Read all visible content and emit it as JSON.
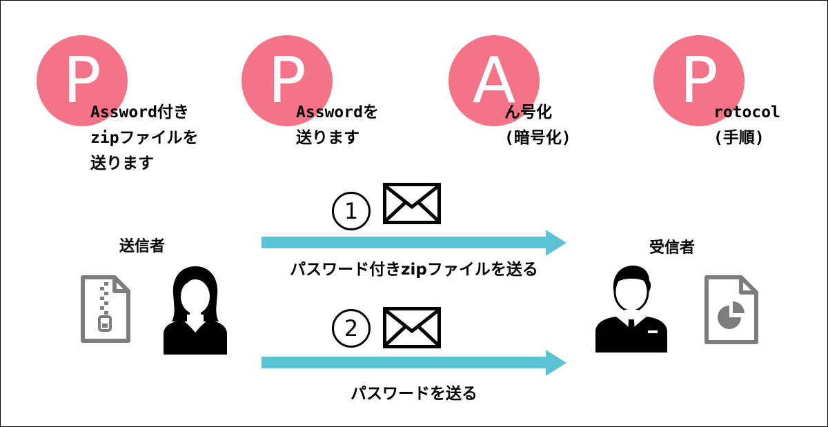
{
  "colors": {
    "accent_pink": "#f47386",
    "arrow_teal": "#5bc3d4",
    "icon_gray": "#7d7d7d",
    "person_black": "#000000"
  },
  "ppap": [
    {
      "letter": "P",
      "lines": [
        "Assword付き",
        "zipファイルを",
        "送ります"
      ]
    },
    {
      "letter": "P",
      "lines": [
        "Asswordを",
        "送ります"
      ]
    },
    {
      "letter": "A",
      "lines": [
        "ん号化",
        "(暗号化)"
      ]
    },
    {
      "letter": "P",
      "lines": [
        "rotocol",
        "(手順)"
      ]
    }
  ],
  "sender": {
    "label": "送信者",
    "person_icon": "businesswoman-icon",
    "file_icon": "zip-file-icon"
  },
  "receiver": {
    "label": "受信者",
    "person_icon": "businessman-icon",
    "file_icon": "chart-file-icon"
  },
  "steps": [
    {
      "number": "1",
      "numeral": "①",
      "icon": "envelope-icon",
      "label": "パスワード付きzipファイルを送る"
    },
    {
      "number": "2",
      "numeral": "②",
      "icon": "envelope-icon",
      "label": "パスワードを送る"
    }
  ]
}
